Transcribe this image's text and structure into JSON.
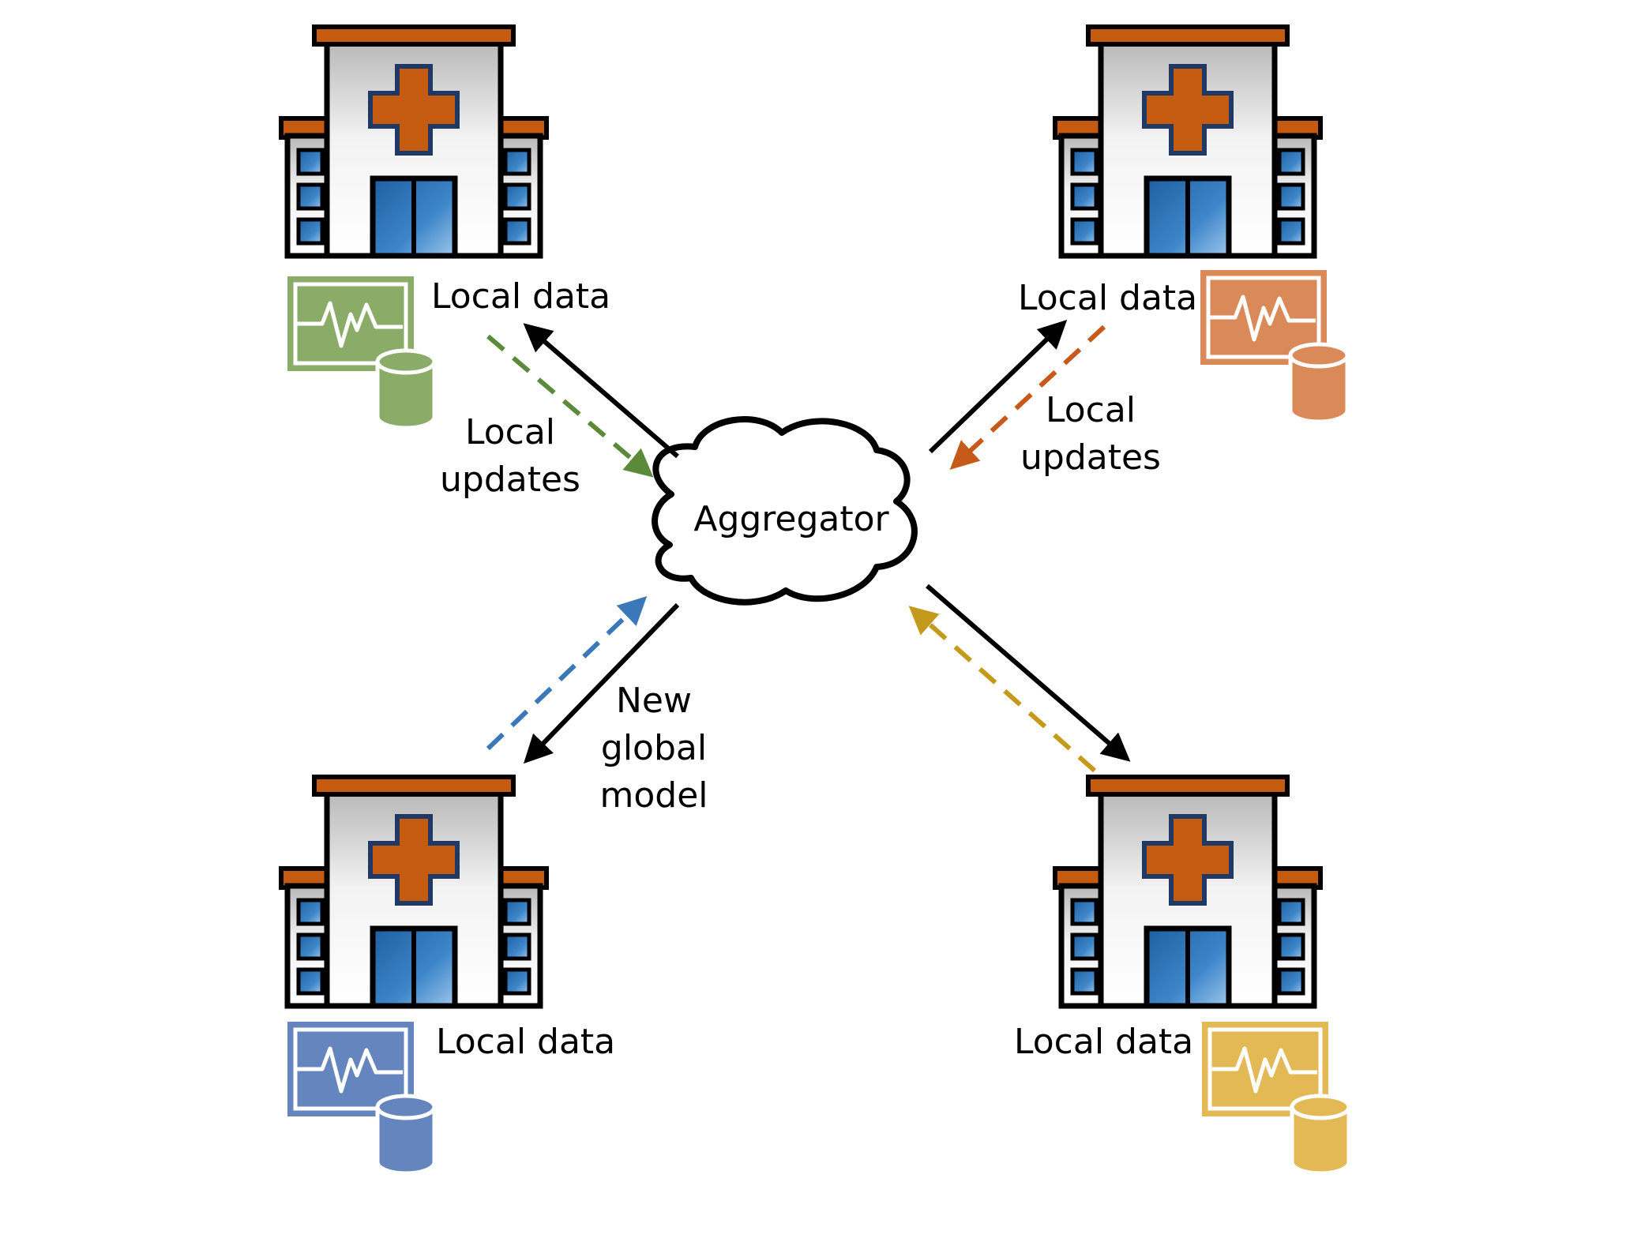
{
  "aggregator": {
    "label": "Aggregator"
  },
  "hospitals": [
    {
      "id": "top-left",
      "data_label": "Local data",
      "data_color": "#8aac68"
    },
    {
      "id": "top-right",
      "data_label": "Local data",
      "data_color": "#d98a58"
    },
    {
      "id": "bottom-left",
      "data_label": "Local data",
      "data_color": "#6585bf"
    },
    {
      "id": "bottom-right",
      "data_label": "Local data",
      "data_color": "#e3b955"
    }
  ],
  "flow_labels": {
    "local_updates_left": [
      "Local",
      "updates"
    ],
    "local_updates_right": [
      "Local",
      "updates"
    ],
    "new_global_model": [
      "New",
      "global",
      "model"
    ]
  },
  "arrows": {
    "update_colors": {
      "top-left": "#5b8a3a",
      "top-right": "#c55a1a",
      "bottom-left": "#3a78b8",
      "bottom-right": "#c49a1c"
    },
    "model_color": "#000000"
  },
  "building_colors": {
    "roof": "#c55a11",
    "cross": "#c55a11",
    "cross_outline": "#203864",
    "window": "#5b9bd5",
    "door": "#2e75b6"
  }
}
